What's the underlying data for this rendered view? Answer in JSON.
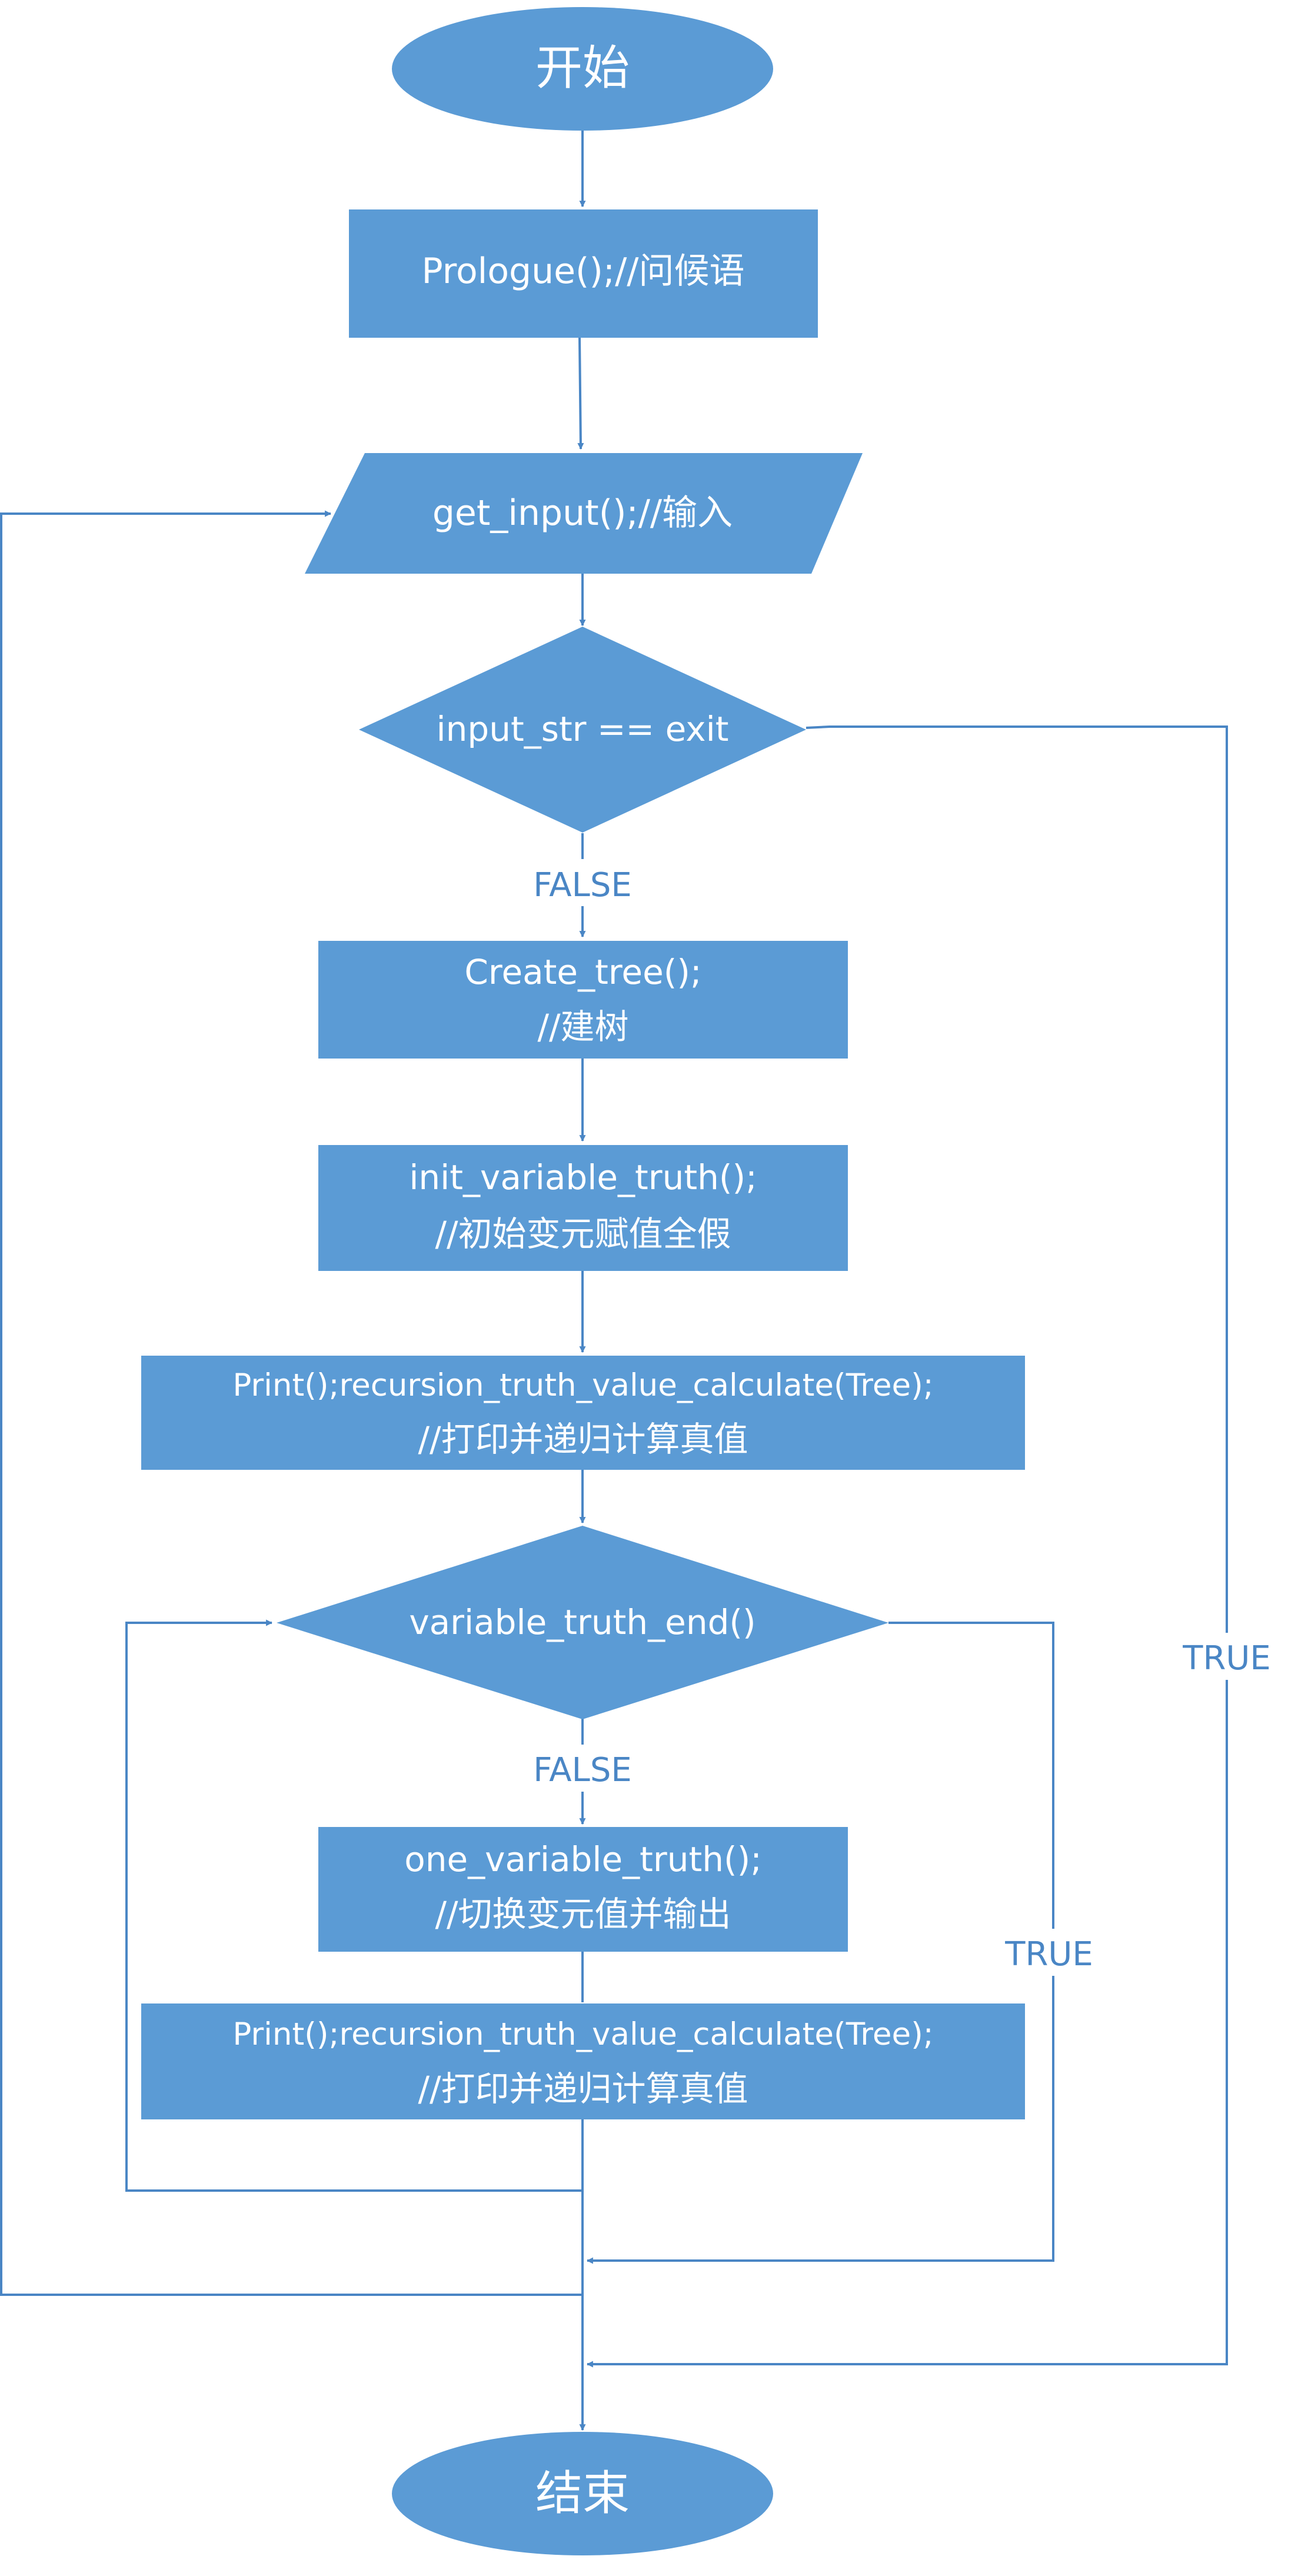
{
  "colors": {
    "node_fill": "#5b9bd5",
    "line": "#4a86c5",
    "label": "#4a86c5",
    "node_text": "#ffffff"
  },
  "nodes": {
    "start": "开始",
    "prologue": "Prologue();//问候语",
    "get_input": "get_input();//输入",
    "exit_check": "input_str == exit",
    "create_tree": {
      "line1": "Create_tree();",
      "line2": "//建树"
    },
    "init_truth": {
      "line1": "init_variable_truth();",
      "line2": "//初始变元赋值全假"
    },
    "print_first": {
      "line1": "Print();recursion_truth_value_calculate(Tree);",
      "line2": "//打印并递归计算真值"
    },
    "end_check": "variable_truth_end()",
    "one_truth": {
      "line1": "one_variable_truth();",
      "line2": "//切换变元值并输出"
    },
    "print_loop": {
      "line1": "Print();recursion_truth_value_calculate(Tree);",
      "line2": "//打印并递归计算真值"
    },
    "end": "结束"
  },
  "edge_labels": {
    "exit_false": "FALSE",
    "exit_true": "TRUE",
    "end_false": "FALSE",
    "end_true": "TRUE"
  }
}
